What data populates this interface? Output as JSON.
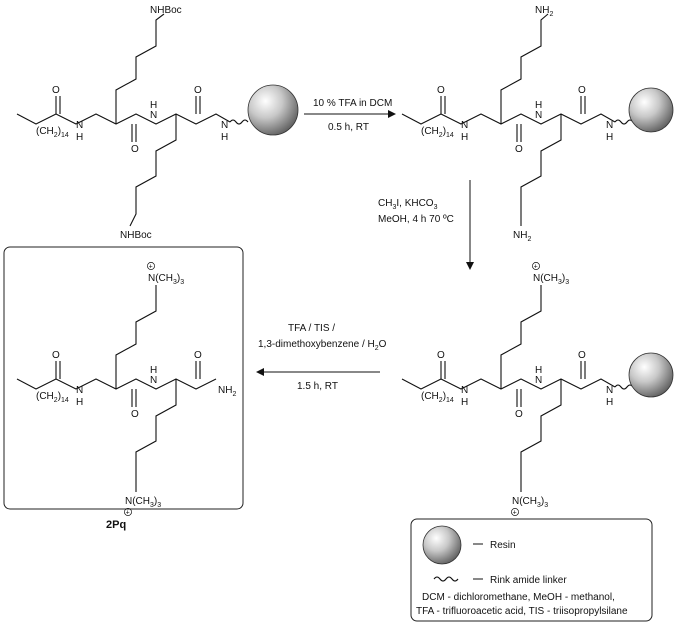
{
  "molecules": {
    "start": {
      "top_group": "NHBoc",
      "bottom_group": "NHBoc",
      "chain": "(CH",
      "chain_h": "2",
      "chain_n": "14",
      "nh1": "N",
      "nh1_h": "H",
      "nh2": "N",
      "nh2_h": "H",
      "nh3": "N",
      "nh3_h": "H",
      "o1": "O",
      "o2": "O",
      "o3": "O"
    },
    "deprotected": {
      "top_group": "NH",
      "top_group_sub": "2",
      "bottom_group": "NH",
      "bottom_group_sub": "2",
      "chain": "(CH",
      "chain_h": "2",
      "chain_n": "14",
      "nh1": "N",
      "nh1_h": "H",
      "nh2": "N",
      "nh2_h": "H",
      "nh3": "N",
      "nh3_h": "H",
      "o1": "O",
      "o2": "O",
      "o3": "O"
    },
    "quaternized": {
      "top_group": "N(CH",
      "top_group_sub": "3",
      "top_group_end": ")",
      "top_group_sub2": "3",
      "bottom_group": "N(CH",
      "bottom_group_sub": "3",
      "bottom_group_end": ")",
      "bottom_group_sub2": "3",
      "charge": "+",
      "chain": "(CH",
      "chain_h": "2",
      "chain_n": "14",
      "nh1": "N",
      "nh1_h": "H",
      "nh2": "N",
      "nh2_h": "H",
      "nh3": "N",
      "nh3_h": "H",
      "o1": "O",
      "o2": "O",
      "o3": "O"
    },
    "product": {
      "top_group": "N(CH",
      "top_group_sub": "3",
      "top_group_end": ")",
      "top_group_sub2": "3",
      "bottom_group": "N(CH",
      "bottom_group_sub": "3",
      "bottom_group_end": ")",
      "bottom_group_sub2": "3",
      "charge": "+",
      "chain": "(CH",
      "chain_h": "2",
      "chain_n": "14",
      "nh1": "N",
      "nh1_h": "H",
      "nh2": "N",
      "nh2_h": "H",
      "amide": "NH",
      "amide_sub": "2",
      "o1": "O",
      "o2": "O",
      "o3": "O",
      "name": "2Pq"
    }
  },
  "conditions": {
    "step1_line1": "10 % TFA in DCM",
    "step1_line2": "0.5 h, RT",
    "step2_line1a": "CH",
    "step2_line1a_sub": "3",
    "step2_line1b": "I, KHCO",
    "step2_line1b_sub": "3",
    "step2_line2": "MeOH, 4 h 70 ºC",
    "step3_line1": "TFA / TIS /",
    "step3_line2a": "1,3-dimethoxybenzene / H",
    "step3_line2a_sub": "2",
    "step3_line2b": "O",
    "step3_line3": "1.5 h, RT"
  },
  "legend": {
    "resin": "Resin",
    "linker": "Rink amide linker",
    "line1": "DCM - dichloromethane, MeOH - methanol,",
    "line2": "TFA - trifluoroacetic acid, TIS - triisopropylsilane"
  }
}
